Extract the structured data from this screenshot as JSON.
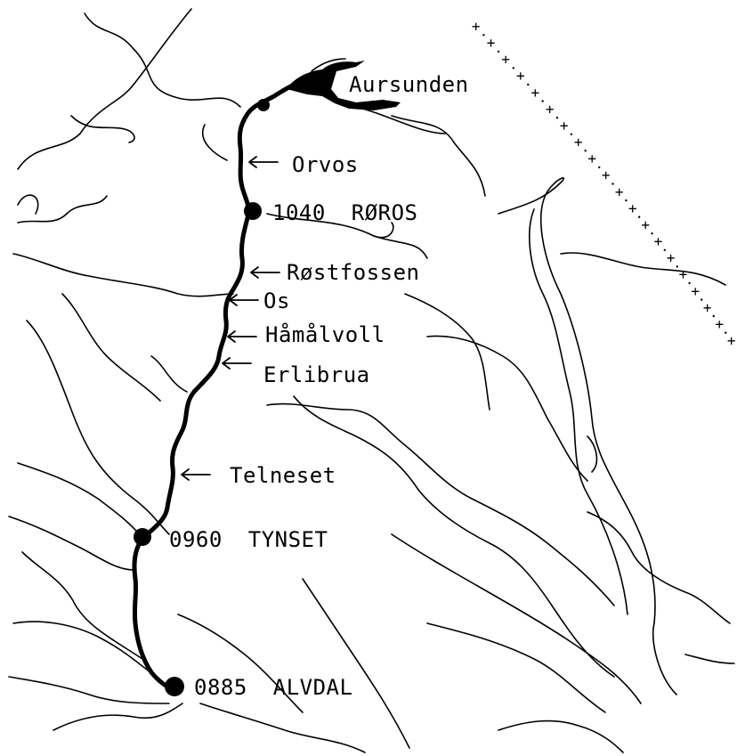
{
  "map": {
    "lake": {
      "name": "Aursunden"
    },
    "stations": [
      {
        "id": "roros",
        "code": "1040",
        "name": "RØROS"
      },
      {
        "id": "tynset",
        "code": "0960",
        "name": "TYNSET"
      },
      {
        "id": "alvdal",
        "code": "0885",
        "name": "ALVDAL"
      }
    ],
    "places": [
      {
        "id": "orvos",
        "name": "Orvos"
      },
      {
        "id": "rostfossen",
        "name": "Røstfossen"
      },
      {
        "id": "os",
        "name": "Os"
      },
      {
        "id": "hamalvoll",
        "name": "Håmålvoll"
      },
      {
        "id": "erlibrua",
        "name": "Erlibrua"
      },
      {
        "id": "telneset",
        "name": "Telneset"
      }
    ],
    "border": {
      "marker": "+"
    }
  }
}
